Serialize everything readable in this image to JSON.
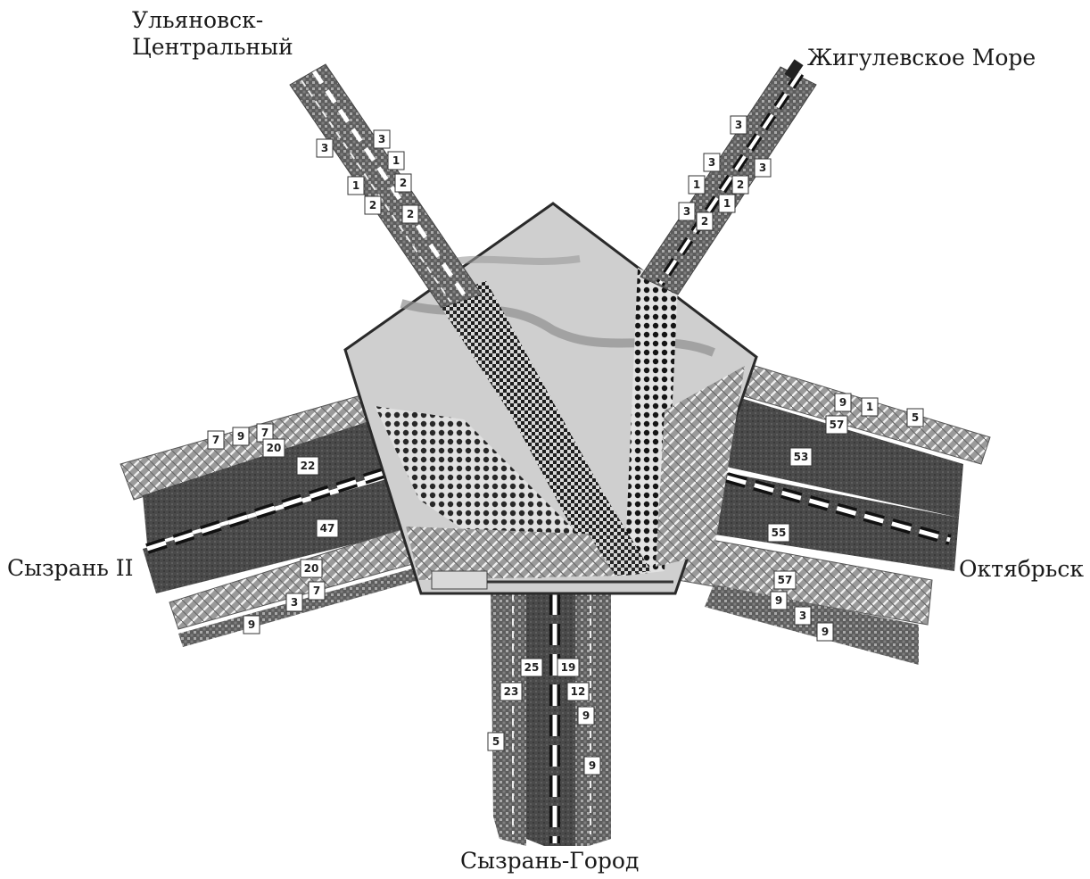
{
  "stations": {
    "ulyanovsk_line1": "Ульяновск-",
    "ulyanovsk_line2": "Центральный",
    "zhigulevskoe": "Жигулевское Море",
    "syzran2": "Сызрань II",
    "oktyabrsk": "Октябрьск",
    "syzran_gorod": "Сызрань-Город"
  },
  "counts": {
    "nw": [
      "3",
      "3",
      "1",
      "1",
      "2",
      "2",
      "2"
    ],
    "ne": [
      "3",
      "3",
      "3",
      "1",
      "2",
      "1",
      "3",
      "2"
    ],
    "w": [
      "7",
      "9",
      "7",
      "20",
      "22",
      "47",
      "20",
      "3",
      "7",
      "9"
    ],
    "e": [
      "9",
      "1",
      "5",
      "57",
      "53",
      "55",
      "57",
      "9",
      "3",
      "9"
    ],
    "s": [
      "25",
      "19",
      "23",
      "12",
      "9",
      "5",
      "9"
    ]
  },
  "colors": {
    "background": "#ffffff",
    "hub_fill": "#cfcfcf",
    "dark_band": "#474747",
    "medium_band": "#8a8a8a",
    "light_band": "#bdbdbd",
    "outline": "#333333"
  }
}
